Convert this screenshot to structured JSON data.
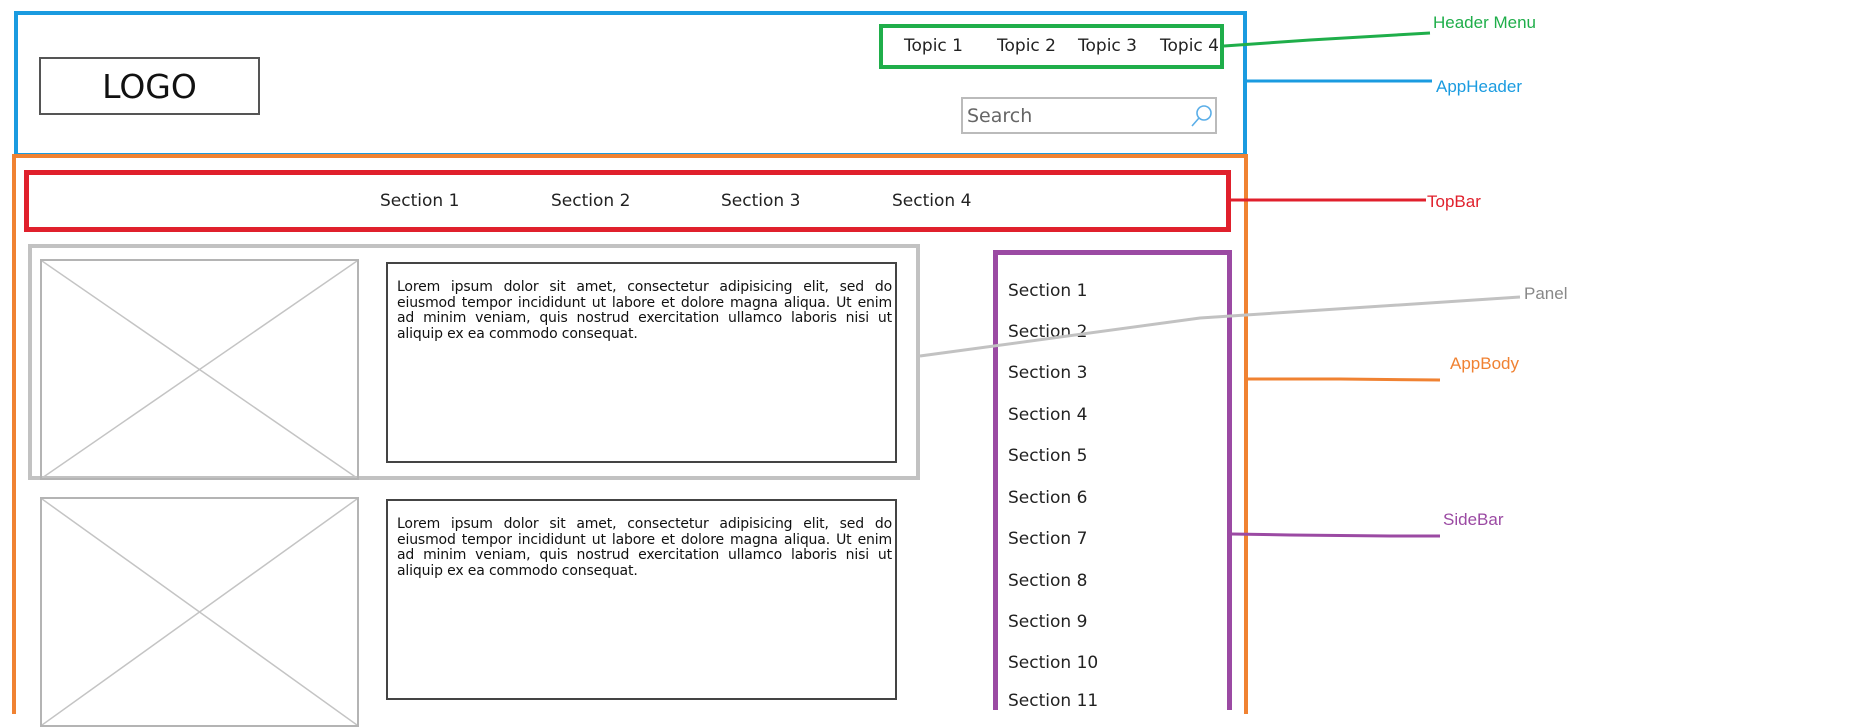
{
  "header": {
    "logo_text": "LOGO",
    "menu": [
      "Topic 1",
      "Topic 2",
      "Topic 3",
      "Topic 4"
    ],
    "search_placeholder": "Search"
  },
  "top_bar": {
    "sections": [
      "Section 1",
      "Section 2",
      "Section 3",
      "Section 4"
    ]
  },
  "panels": [
    {
      "text": "Lorem ipsum dolor sit amet, consectetur adipisicing elit, sed do eiusmod tempor incididunt ut labore et dolore magna aliqua. Ut enim ad minim veniam, quis nostrud exercitation ullamco laboris nisi ut aliquip ex ea commodo consequat."
    },
    {
      "text": "Lorem ipsum dolor sit amet, consectetur adipisicing elit, sed do eiusmod tempor incididunt ut labore et dolore magna aliqua. Ut enim ad minim veniam, quis nostrud exercitation ullamco laboris nisi ut aliquip ex ea commodo consequat."
    }
  ],
  "side_bar": {
    "items": [
      "Section 1",
      "Section 2",
      "Section 3",
      "Section 4",
      "Section 5",
      "Section 6",
      "Section 7",
      "Section 8",
      "Section 9",
      "Section 10",
      "Section 11"
    ]
  },
  "callouts": {
    "header_menu": "Header Menu",
    "app_header": "AppHeader",
    "top_bar": "TopBar",
    "panel": "Panel",
    "app_body": "AppBody",
    "side_bar": "SideBar"
  },
  "colors": {
    "app_header": "#1a9be0",
    "header_menu": "#1fae4a",
    "top_bar": "#e0202c",
    "panel": "#c2c2c2",
    "app_body": "#f08232",
    "side_bar": "#9b4aa3",
    "panel_callout": "#888888"
  }
}
